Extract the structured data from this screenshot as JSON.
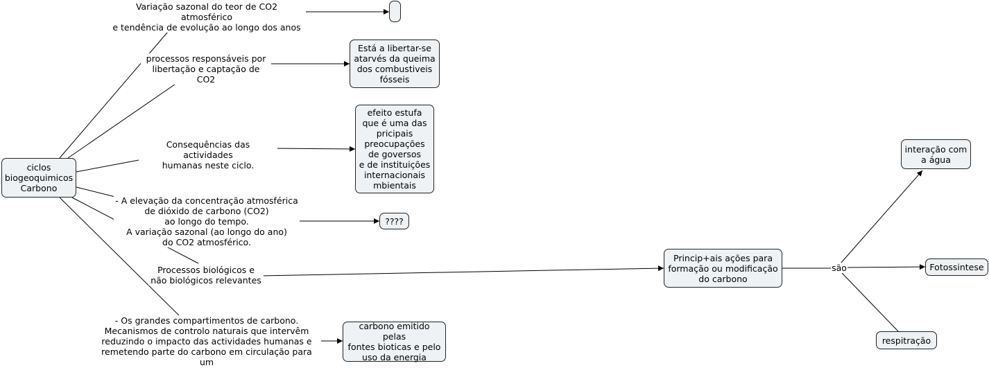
{
  "concepts": {
    "root": "ciclos\nbiogeoquimicos\nCarbono",
    "empty": "",
    "burning": "Está a libertar-se\natarvés da queima\ndos combustiveis\nfósseis",
    "greenhouse": "efeito estufa\nque é uma das\npricipais\npreocupações\nde goversos\ne de instituições\ninternacionais\nmbientais",
    "unknown": "????",
    "biotic": "carbono emitido pelas\nfontes bioticas e pelo\nuso da energia",
    "actions": "Princip+ais ações para\nformação ou modificação\ndo carbono",
    "water": "interação com\na água",
    "photo": "Fotossintese",
    "resp": "respitração"
  },
  "linking_phrases": {
    "seasonal": "Variação sazonal do teor de CO2 atmosférico\ne tendência de evolução ao longo dos anos",
    "processes": "processos responsáveis por\nlibertação e captação de CO2",
    "consequences": "Consequências das actividades\nhumanas neste ciclo.",
    "elevation": "- A elevação da concentração atmosférica\nde dióxido de carbono (CO2)\nao longo do tempo.\nA variação sazonal (ao longo do ano)\ndo CO2 atmosférico.",
    "biological": "Processos biológicos e\nnão biológicos relevantes",
    "compartments": "- Os grandes compartimentos de carbono.\nMecanismos de controlo naturais que intervêm\nreduzindo o impacto das actividades humanas e\nremetendo parte do carbono em circulação para um\ngrande depósito que actua como um sumidouro.",
    "sao": "são"
  },
  "colors": {
    "node_fill": "#eef2f4",
    "node_border": "#222222",
    "line": "#000000"
  }
}
